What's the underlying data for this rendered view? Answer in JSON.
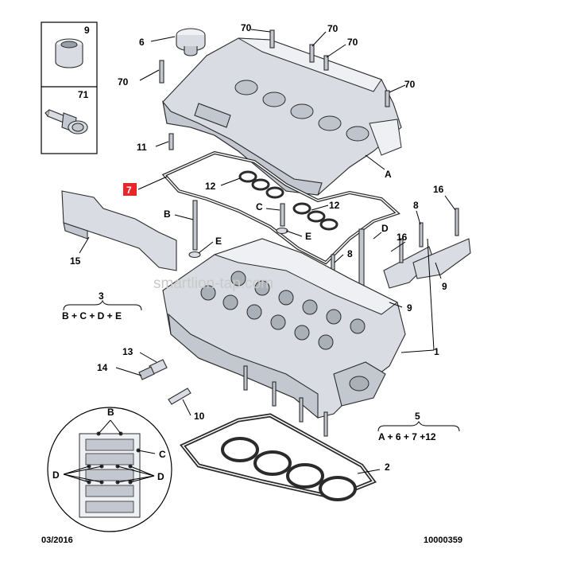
{
  "footer": {
    "date": "03/2016",
    "ref": "10000359"
  },
  "watermark": "smartlion-tap.com",
  "inset_parts": [
    {
      "number": "9",
      "icon": "sleeve-icon"
    },
    {
      "number": "71",
      "icon": "bolt-icon"
    }
  ],
  "callouts": {
    "c6": "6",
    "c70a": "70",
    "c70b": "70",
    "c70c": "70",
    "c70d": "70",
    "c70e": "70",
    "c11": "11",
    "c7": "7",
    "cA": "A",
    "c12a": "12",
    "c12b": "12",
    "cC": "C",
    "cE1": "E",
    "cE2": "E",
    "cB": "B",
    "c16a": "16",
    "c16b": "16",
    "c8a": "8",
    "c8b": "8",
    "c9a": "9",
    "c9b": "9",
    "c15": "15",
    "cD": "D",
    "c1": "1",
    "c13": "13",
    "c14": "14",
    "c10": "10",
    "c2": "2"
  },
  "groups": {
    "g3": {
      "number": "3",
      "formula": "B + C + D + E"
    },
    "g5": {
      "number": "5",
      "formula": "A + 6 + 7 +12"
    }
  },
  "detail_view": {
    "B": "B",
    "C": "C",
    "D1": "D",
    "D2": "D"
  },
  "colors": {
    "highlight": "#e8262a",
    "part_fill": "#d9dde3",
    "outline": "#2b2b2b"
  }
}
